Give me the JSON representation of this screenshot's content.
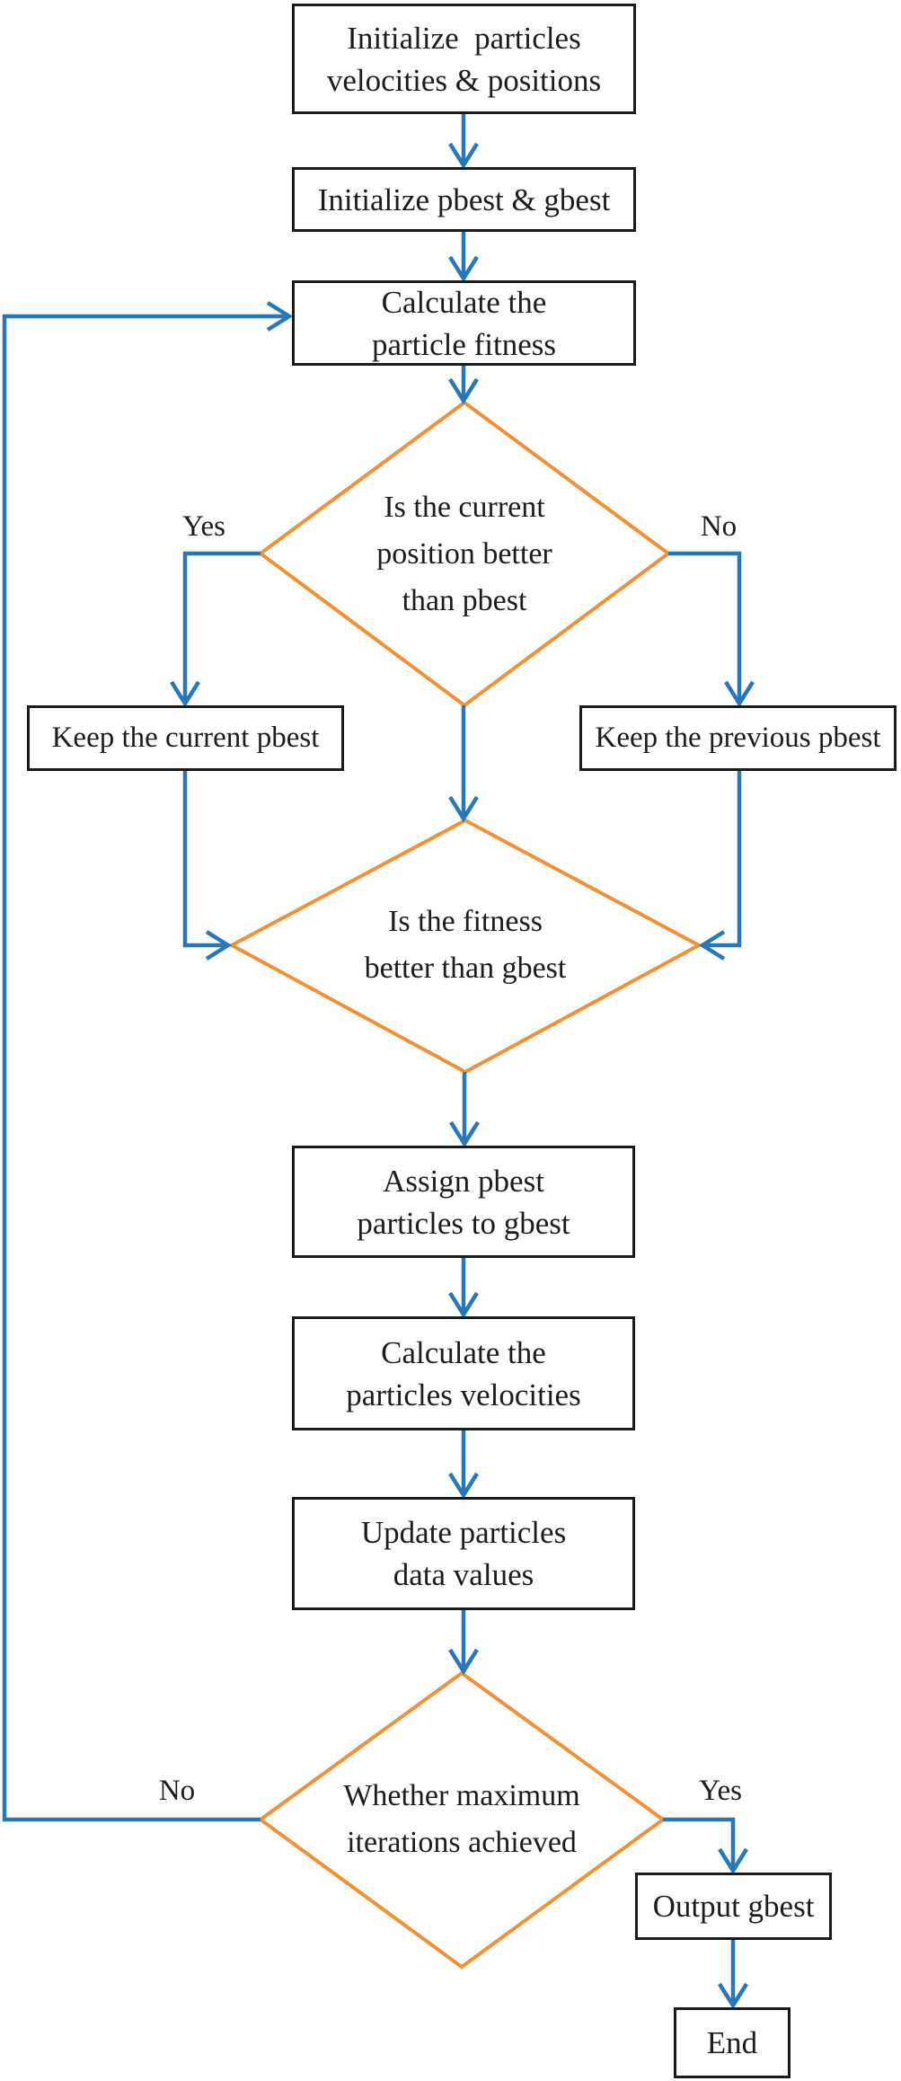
{
  "colors": {
    "background": "#ffffff",
    "box_border": "#1a1a1a",
    "text": "#1c1c1c",
    "arrow_blue": "#2878b9",
    "diamond_orange": "#f09138"
  },
  "nodes": {
    "init_particles": {
      "lines": [
        "Initialize  particles",
        "velocities & positions"
      ]
    },
    "init_best": {
      "lines": [
        "Initialize pbest & gbest"
      ]
    },
    "calc_fitness": {
      "lines": [
        "Calculate the",
        "particle fitness"
      ]
    },
    "keep_current": {
      "lines": [
        "Keep the current pbest"
      ]
    },
    "keep_previous": {
      "lines": [
        "Keep the previous pbest"
      ]
    },
    "assign_gbest": {
      "lines": [
        "Assign pbest",
        "particles to gbest"
      ]
    },
    "calc_velocities": {
      "lines": [
        "Calculate the",
        "particles velocities"
      ]
    },
    "update_particles": {
      "lines": [
        "Update particles",
        "data values"
      ]
    },
    "output_gbest": {
      "lines": [
        "Output gbest"
      ]
    },
    "end": {
      "lines": [
        "End"
      ]
    }
  },
  "decisions": {
    "pbest_check": {
      "lines": [
        "Is the current",
        "position better",
        "than pbest"
      ],
      "yes_label": "Yes",
      "no_label": "No"
    },
    "gbest_check": {
      "lines": [
        "Is the fitness",
        "better than gbest"
      ]
    },
    "iterations_check": {
      "lines": [
        "Whether maximum",
        "iterations achieved"
      ],
      "yes_label": "Yes",
      "no_label": "No"
    }
  },
  "edges": [
    {
      "from": "init_particles",
      "to": "init_best"
    },
    {
      "from": "init_best",
      "to": "calc_fitness"
    },
    {
      "from": "calc_fitness",
      "to": "pbest_check"
    },
    {
      "from": "pbest_check",
      "to": "keep_current",
      "label": "Yes"
    },
    {
      "from": "pbest_check",
      "to": "keep_previous",
      "label": "No"
    },
    {
      "from": "pbest_check",
      "to": "gbest_check"
    },
    {
      "from": "keep_current",
      "to": "gbest_check"
    },
    {
      "from": "keep_previous",
      "to": "gbest_check"
    },
    {
      "from": "gbest_check",
      "to": "assign_gbest"
    },
    {
      "from": "assign_gbest",
      "to": "calc_velocities"
    },
    {
      "from": "calc_velocities",
      "to": "update_particles"
    },
    {
      "from": "update_particles",
      "to": "iterations_check"
    },
    {
      "from": "iterations_check",
      "to": "calc_fitness",
      "label": "No"
    },
    {
      "from": "iterations_check",
      "to": "output_gbest",
      "label": "Yes"
    },
    {
      "from": "output_gbest",
      "to": "end"
    }
  ]
}
